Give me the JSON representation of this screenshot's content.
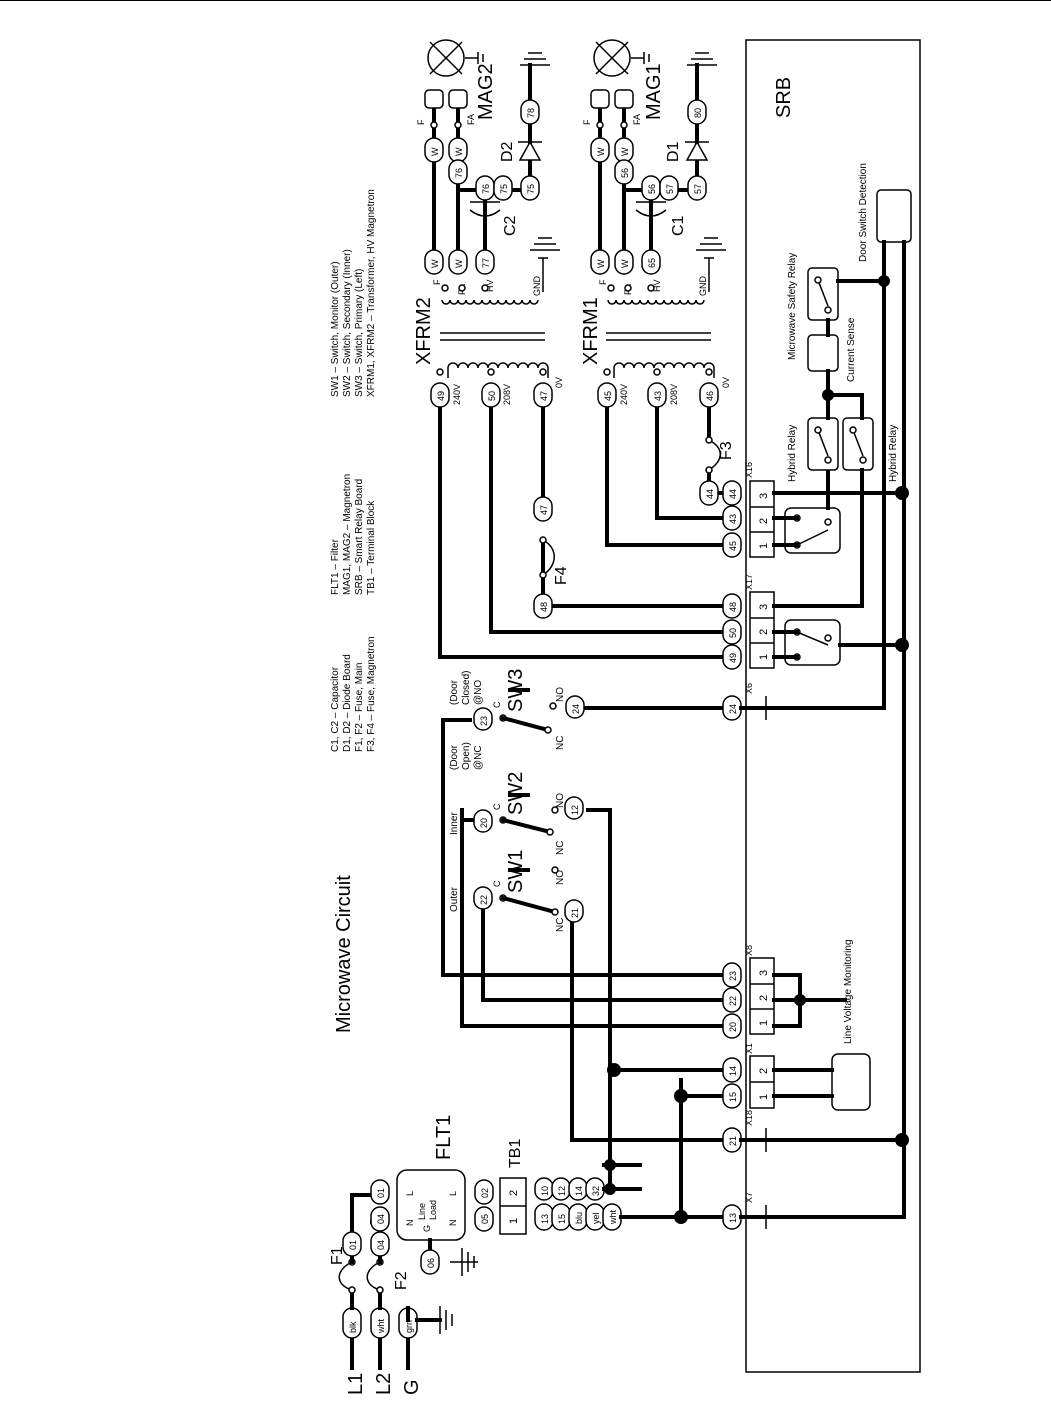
{
  "title": "Microwave Circuit",
  "srb_label": "SRB",
  "legend": {
    "col1": [
      "C1, C2 – Capacitor",
      "D1, D2 – Diode Board",
      "F1, F2 – Fuse, Main",
      "F3, F4 – Fuse, Magnetron"
    ],
    "col2": [
      "FLT1 – Filter",
      "MAG1, MAG2 – Magnetron",
      "SRB – Smart Relay Board",
      "TB1 – Terminal Block"
    ],
    "col3": [
      "SW1 – Switch, Monitor (Outer)",
      "SW2 – Switch, Secondary (Inner)",
      "SW3 – Switch, Primary (Left)",
      "XFRM1, XFRM2 – Transformer, HV Magnetron"
    ]
  },
  "lines": {
    "L1": "L1",
    "L2": "L2",
    "G": "G",
    "blk": "blk",
    "wht": "wht",
    "grn": "grn"
  },
  "fuses": {
    "F1": "F1",
    "F2": "F2",
    "F3": "F3",
    "F4": "F4"
  },
  "filter": {
    "name": "FLT1",
    "line": "Line",
    "load": "Load",
    "L": "L",
    "N": "N",
    "G": "G"
  },
  "terminal_block": {
    "name": "TB1",
    "pins": [
      "1",
      "2"
    ]
  },
  "switches": {
    "sw1": {
      "name": "SW1",
      "desc": "Outer",
      "c": "C",
      "nc": "NC",
      "no": "NO"
    },
    "sw2": {
      "name": "SW2",
      "desc": "Inner",
      "c": "C",
      "nc": "NC",
      "no": "NO"
    },
    "sw3": {
      "name": "SW3",
      "c": "C",
      "nc": "NC",
      "no": "NO",
      "open_note": [
        "(Door",
        "Open)",
        "@NC"
      ],
      "closed_note": [
        "(Door",
        "Closed)",
        "@NO"
      ]
    }
  },
  "transformers": {
    "xfrm2": {
      "name": "XFRM2",
      "taps": [
        "240V",
        "208V",
        "0V"
      ],
      "pins": [
        "49",
        "50",
        "47"
      ],
      "sec": [
        "F",
        "FA",
        "HV",
        "GND"
      ]
    },
    "xfrm1": {
      "name": "XFRM1",
      "taps": [
        "240V",
        "208V",
        "0V"
      ],
      "pins": [
        "45",
        "43",
        "46"
      ],
      "sec": [
        "F",
        "FA",
        "HV",
        "GND"
      ]
    }
  },
  "mag": {
    "mag1": "MAG1",
    "mag2": "MAG2",
    "c1": "C1",
    "c2": "C2",
    "d1": "D1",
    "d2": "D2",
    "F": "F",
    "FA": "FA"
  },
  "srb": {
    "hybrid_relay_1": "Hybrid Relay",
    "hybrid_relay_2": "Hybrid Relay",
    "mw_safety_relay": "Microwave Safety Relay",
    "current_sense": "Current Sense",
    "door_switch": "Door Switch Detection",
    "line_voltage": "Line Voltage Monitoring",
    "conn": [
      "X16",
      "X17",
      "X6",
      "X8",
      "X1",
      "X18",
      "X7"
    ]
  },
  "wire_nums": {
    "tb1_left": [
      "02",
      "05"
    ],
    "tb1_pins1": [
      "13",
      "15",
      "blu",
      "yel",
      "wht"
    ],
    "tb1_pins2": [
      "10",
      "12",
      "14",
      "32"
    ],
    "filter_in": [
      "01",
      "04",
      "06"
    ],
    "srb_left": [
      "13",
      "21",
      "15",
      "14",
      "20",
      "22",
      "23",
      "24",
      "49",
      "50",
      "48",
      "45",
      "43",
      "44"
    ],
    "sw": [
      "22",
      "21",
      "20",
      "12",
      "23",
      "24"
    ],
    "f": [
      "48",
      "47",
      "44"
    ],
    "mag2_side": [
      "W",
      "W",
      "W",
      "W",
      "76",
      "W",
      "77",
      "76",
      "75",
      "75",
      "78"
    ],
    "mag1_side": [
      "W",
      "W",
      "W",
      "W",
      "56",
      "W",
      "65",
      "56",
      "57",
      "57",
      "80"
    ]
  }
}
